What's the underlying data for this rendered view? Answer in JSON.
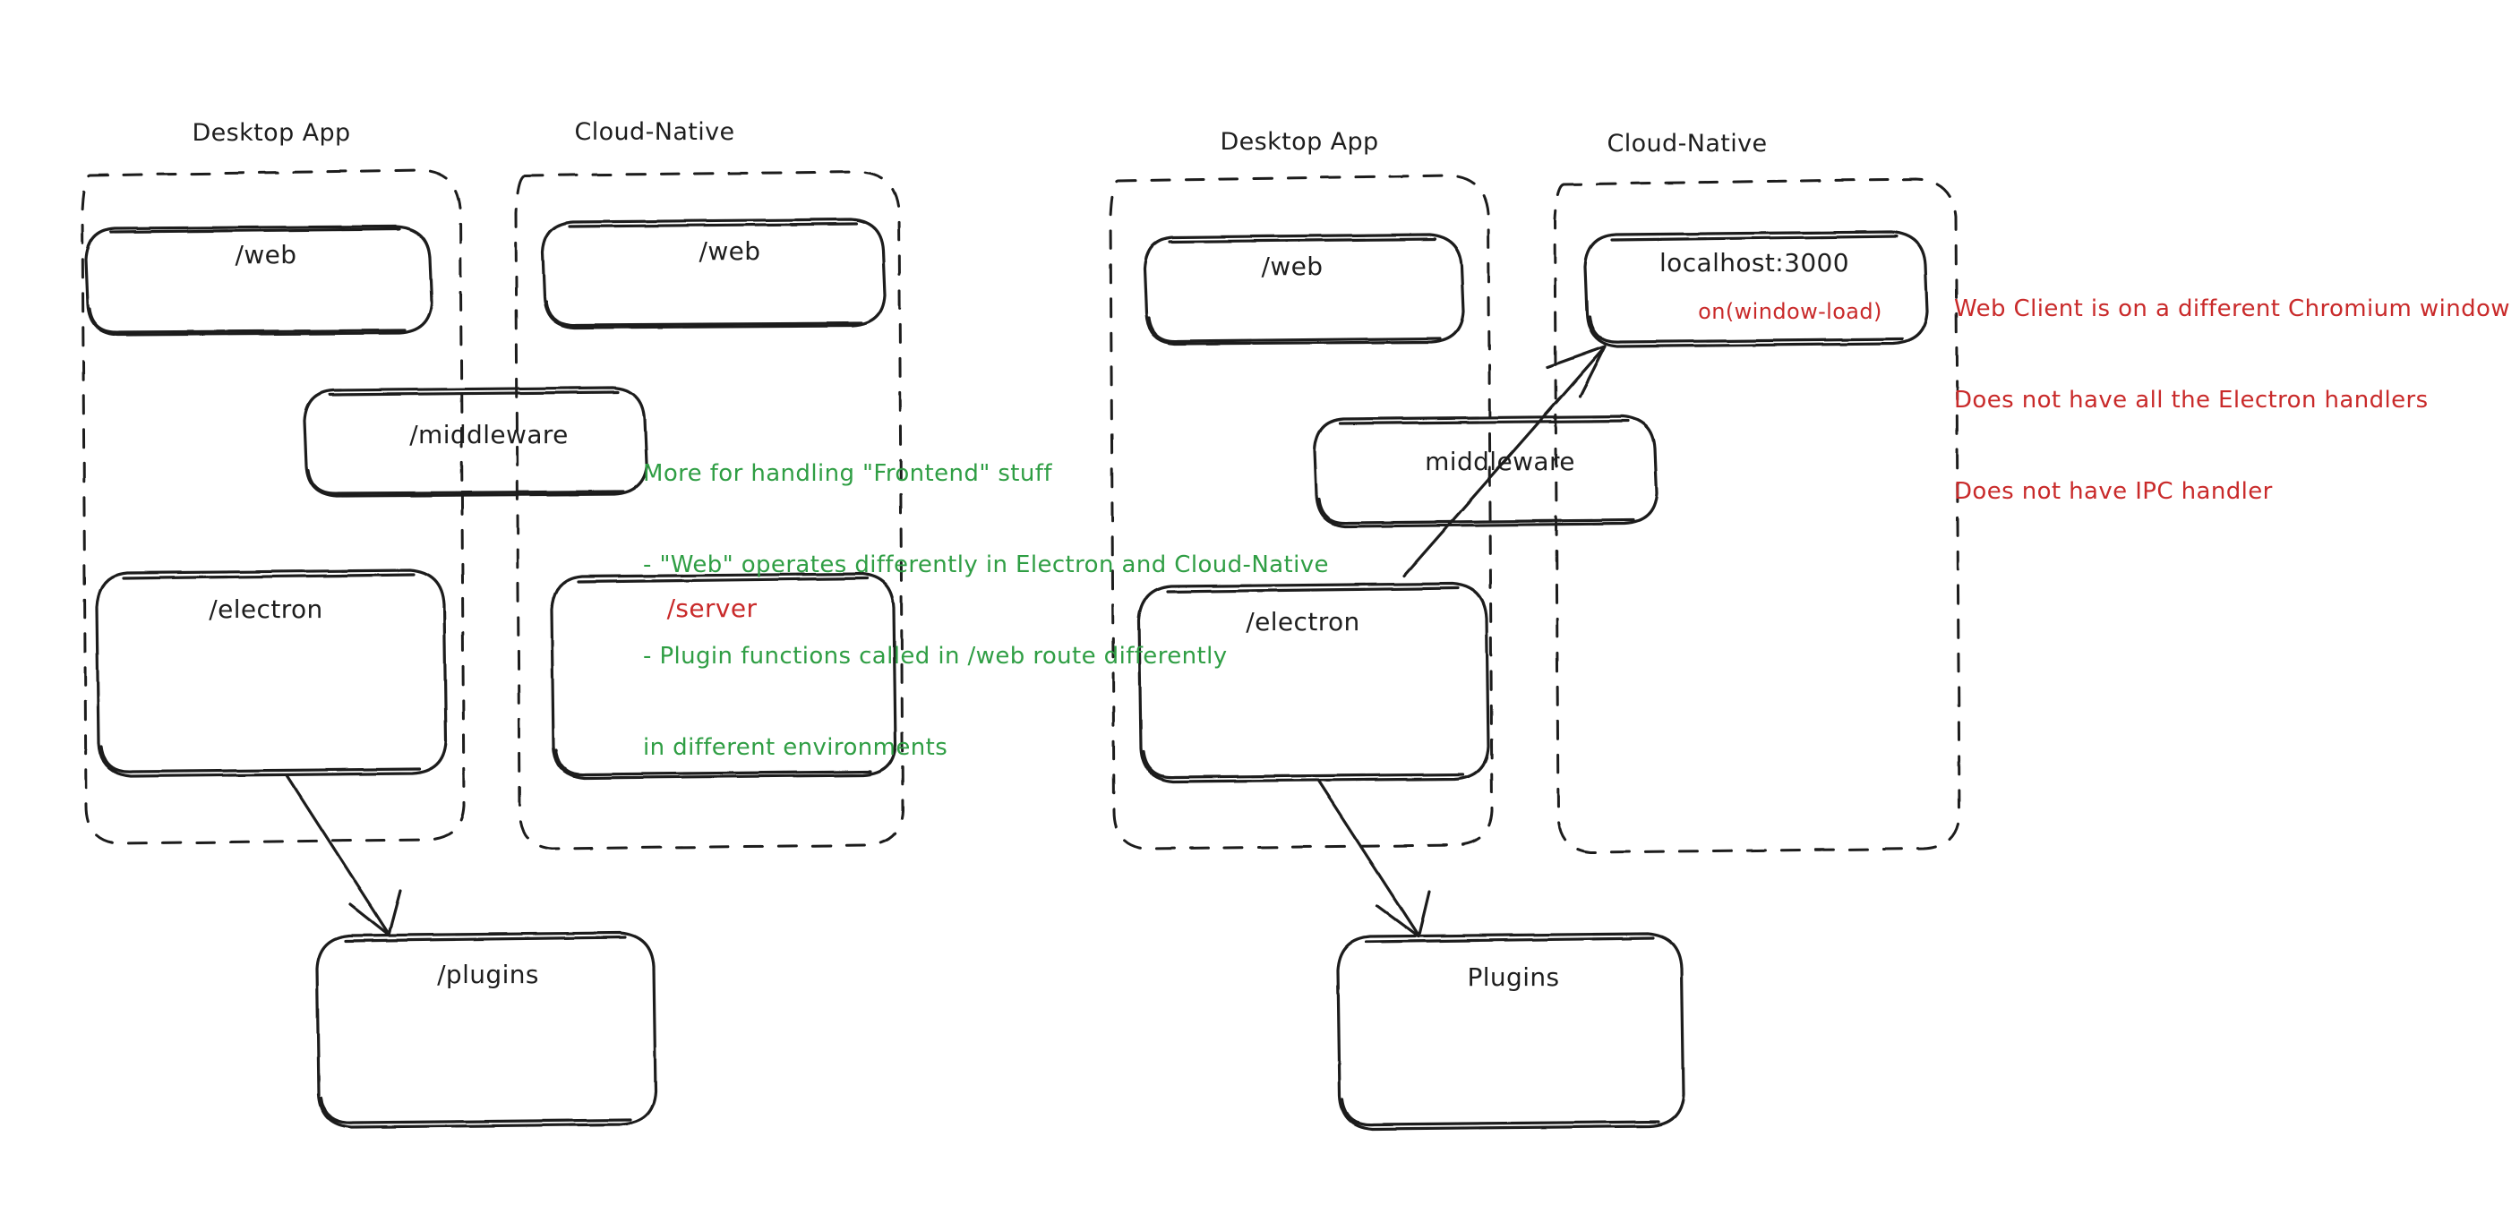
{
  "diagram": {
    "title_style": "hand-drawn architecture diagram",
    "background": "#ffffff",
    "colors": {
      "stroke": "#1e1e1e",
      "green": "#2f9e44",
      "red": "#c92a2a"
    }
  },
  "left_diagram": {
    "groups": [
      {
        "id": "left-desktop-app",
        "label": "Desktop App"
      },
      {
        "id": "left-cloud-native",
        "label": "Cloud-Native"
      }
    ],
    "boxes": [
      {
        "id": "left-desktop-web",
        "label": "/web",
        "color": "black"
      },
      {
        "id": "left-cloud-web",
        "label": "/web",
        "color": "black"
      },
      {
        "id": "left-middleware",
        "label": "/middleware",
        "color": "black"
      },
      {
        "id": "left-electron",
        "label": "/electron",
        "color": "black"
      },
      {
        "id": "left-server",
        "label": "/server",
        "color": "red"
      },
      {
        "id": "left-plugins",
        "label": "/plugins",
        "color": "black"
      }
    ],
    "note_green": [
      "More for handling \"Frontend\" stuff",
      "- \"Web\" operates differently in Electron and Cloud-Native",
      "- Plugin functions called in /web route differently",
      "in different environments"
    ],
    "arrows": [
      {
        "from": "left-electron",
        "to": "left-plugins"
      }
    ]
  },
  "right_diagram": {
    "groups": [
      {
        "id": "right-desktop-app",
        "label": "Desktop App"
      },
      {
        "id": "right-cloud-native",
        "label": "Cloud-Native"
      }
    ],
    "boxes": [
      {
        "id": "right-desktop-web",
        "label": "/web",
        "color": "black"
      },
      {
        "id": "right-localhost",
        "label": "localhost:3000",
        "sub_label": "on(window-load)",
        "color": "black",
        "sub_color": "red"
      },
      {
        "id": "right-middleware",
        "label": "middleware",
        "color": "black"
      },
      {
        "id": "right-electron",
        "label": "/electron",
        "color": "black"
      },
      {
        "id": "right-plugins",
        "label": "Plugins",
        "color": "black"
      }
    ],
    "note_red": [
      "Web Client is on a different Chromium window",
      "Does not have all the Electron handlers",
      "Does not have IPC handler"
    ],
    "arrows": [
      {
        "from": "right-electron",
        "to": "right-localhost"
      },
      {
        "from": "right-electron",
        "to": "right-plugins"
      }
    ]
  }
}
